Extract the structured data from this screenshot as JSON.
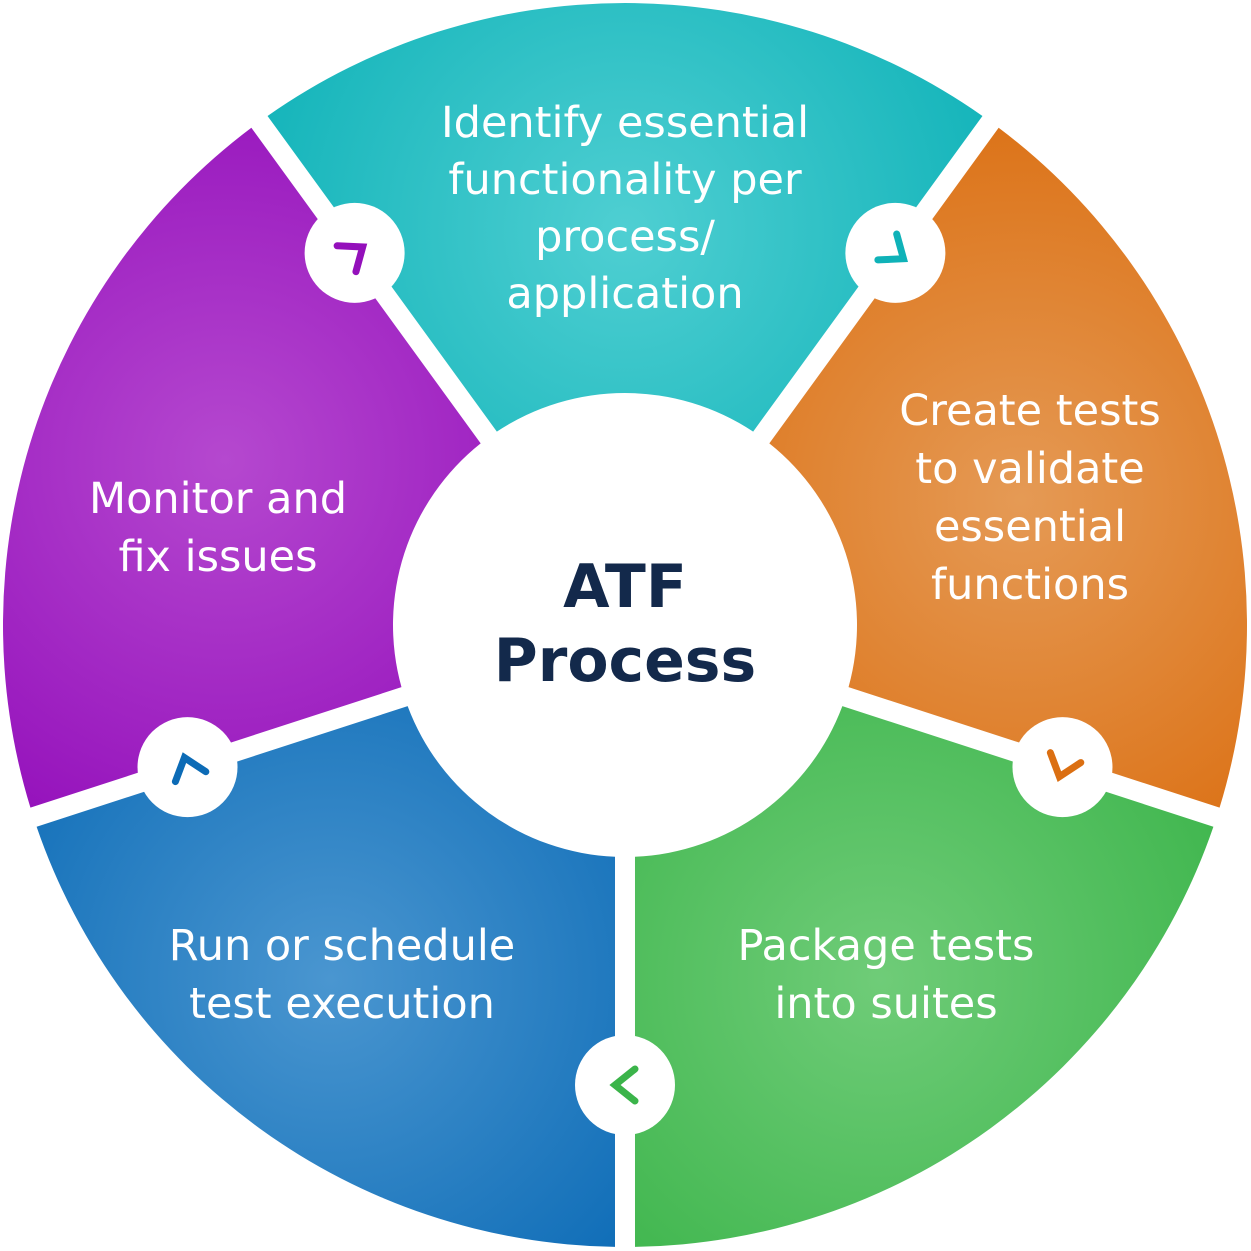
{
  "center": {
    "lines": [
      "ATF",
      "Process"
    ],
    "text_color": "#13294b"
  },
  "steps": [
    {
      "id": "identify",
      "lines": [
        "Identify essential",
        "functionality per",
        "process/",
        "application"
      ],
      "color": "#0fb2b8",
      "highlight": "#4fcfd2"
    },
    {
      "id": "create",
      "lines": [
        "Create tests",
        "to validate",
        "essential",
        "functions"
      ],
      "color": "#db6f12",
      "highlight": "#e59a55"
    },
    {
      "id": "package",
      "lines": [
        "Package tests",
        "into suites"
      ],
      "color": "#3bb44a",
      "highlight": "#6fcc78"
    },
    {
      "id": "run",
      "lines": [
        "Run or schedule",
        "test execution"
      ],
      "color": "#0c6bb6",
      "highlight": "#4a96d0"
    },
    {
      "id": "monitor",
      "lines": [
        "Monitor and",
        "fix issues"
      ],
      "color": "#9410bb",
      "highlight": "#b548cf"
    }
  ],
  "connectors": [
    {
      "between": "monitor-identify",
      "icon": "chevron-icon",
      "color": "#9410bb"
    },
    {
      "between": "identify-create",
      "icon": "chevron-icon",
      "color": "#0fb2b8"
    },
    {
      "between": "create-package",
      "icon": "chevron-icon",
      "color": "#db6f12"
    },
    {
      "between": "package-run",
      "icon": "chevron-icon",
      "color": "#3bb44a"
    },
    {
      "between": "run-monitor",
      "icon": "chevron-icon",
      "color": "#0c6bb6"
    }
  ]
}
